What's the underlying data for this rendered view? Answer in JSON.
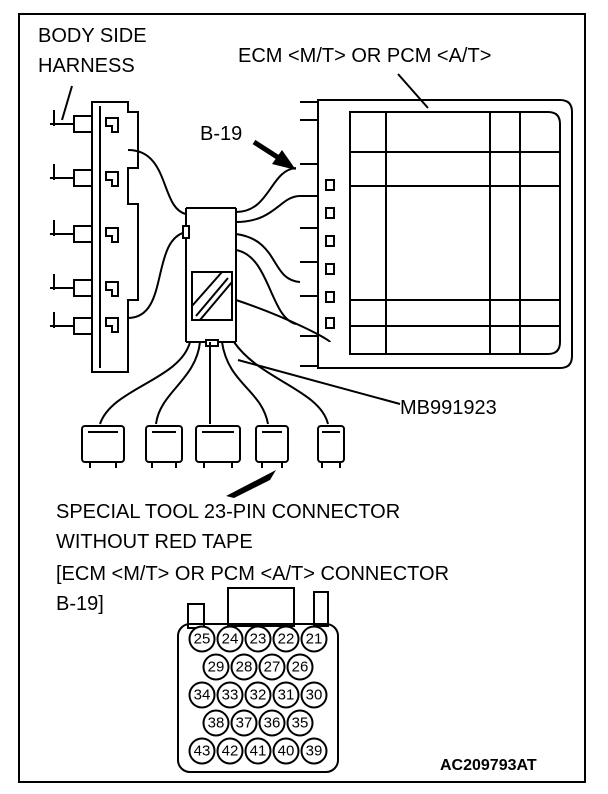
{
  "labels": {
    "body_side_line1": "BODY SIDE",
    "body_side_line2": "HARNESS",
    "ecm_pcm": "ECM <M/T> OR PCM <A/T>",
    "connector_b19": "B-19",
    "tool_part": "MB991923",
    "special_tool_line1": "SPECIAL TOOL 23-PIN CONNECTOR",
    "special_tool_line2": "WITHOUT RED TAPE",
    "special_tool_line3": "[ECM <M/T> OR PCM <A/T> CONNECTOR",
    "special_tool_line4": "B-19]",
    "figure_code": "AC209793AT"
  },
  "connector_pins": {
    "row1": [
      "25",
      "24",
      "23",
      "22",
      "21"
    ],
    "row2": [
      "29",
      "28",
      "27",
      "26"
    ],
    "row3": [
      "34",
      "33",
      "32",
      "31",
      "30"
    ],
    "row4": [
      "38",
      "37",
      "36",
      "35"
    ],
    "row5": [
      "43",
      "42",
      "41",
      "40",
      "39"
    ]
  }
}
